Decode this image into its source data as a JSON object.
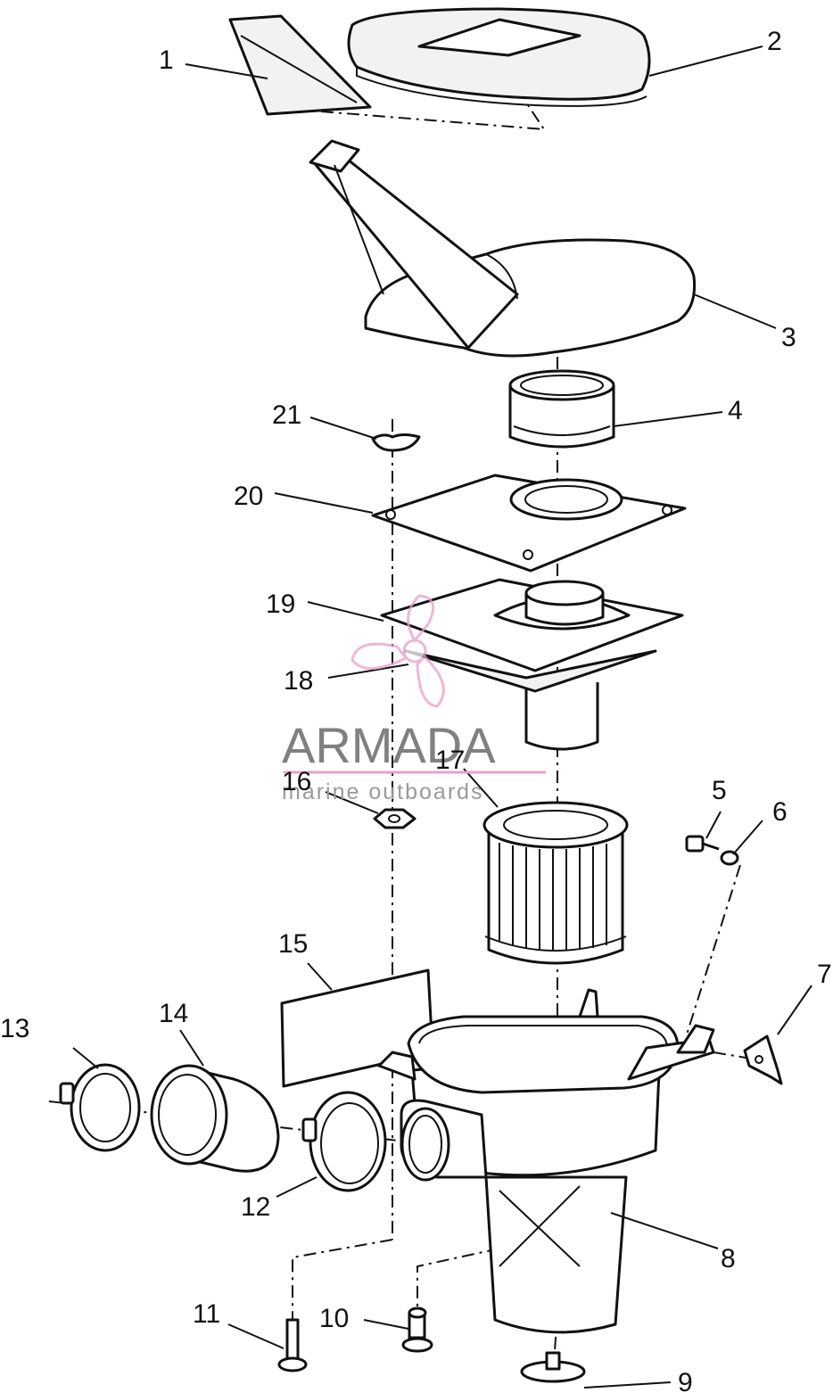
{
  "callouts": [
    {
      "id": "1",
      "label": "1"
    },
    {
      "id": "2",
      "label": "2"
    },
    {
      "id": "3",
      "label": "3"
    },
    {
      "id": "4",
      "label": "4"
    },
    {
      "id": "5",
      "label": "5"
    },
    {
      "id": "6",
      "label": "6"
    },
    {
      "id": "7",
      "label": "7"
    },
    {
      "id": "8",
      "label": "8"
    },
    {
      "id": "9",
      "label": "9"
    },
    {
      "id": "10",
      "label": "10"
    },
    {
      "id": "11",
      "label": "11"
    },
    {
      "id": "12",
      "label": "12"
    },
    {
      "id": "13",
      "label": "13"
    },
    {
      "id": "14",
      "label": "14"
    },
    {
      "id": "15",
      "label": "15"
    },
    {
      "id": "16",
      "label": "16"
    },
    {
      "id": "17",
      "label": "17"
    },
    {
      "id": "18",
      "label": "18"
    },
    {
      "id": "19",
      "label": "19"
    },
    {
      "id": "20",
      "label": "20"
    },
    {
      "id": "21",
      "label": "21"
    }
  ],
  "watermark": {
    "brand": "ARMADA",
    "tagline": "marine outboards",
    "logo_color": "#e8a0c8",
    "text_color": "#808080"
  }
}
